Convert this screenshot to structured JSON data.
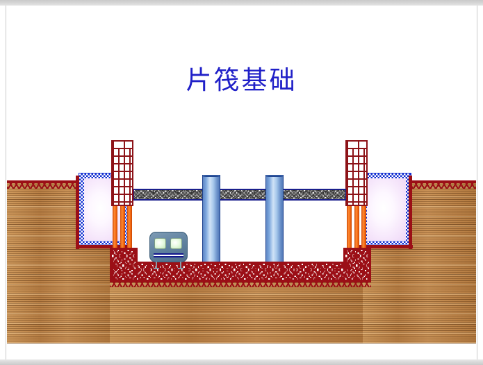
{
  "slide": {
    "title": "片筏基础",
    "title_color": "#2020c8",
    "background": "#ffffff"
  },
  "diagram": {
    "name": "raft-foundation-section",
    "description": "片筏基础剖面图",
    "palette": {
      "soil": "#c08a4e",
      "ground_line": "#9b0f16",
      "brick": "#8d1217",
      "orange_column": "#f2650d",
      "concrete_slab": "#d8d8d8",
      "blue_column": "#7ba6dd",
      "panel_border": "#1430d2",
      "panel_fill": "#f6e7fb",
      "raft_concrete": "#9b0f16",
      "vehicle_body": "#5d7f9c"
    },
    "elements": [
      {
        "key": "soil-left",
        "label": "左侧土体"
      },
      {
        "key": "soil-right",
        "label": "右侧土体"
      },
      {
        "key": "ground-line-left",
        "label": "左侧地面线"
      },
      {
        "key": "ground-line-right",
        "label": "右侧地面线"
      },
      {
        "key": "panel-left",
        "label": "左侧地下室房间"
      },
      {
        "key": "panel-right",
        "label": "右侧地下室房间"
      },
      {
        "key": "brick-pier-left",
        "label": "左侧砖砌墙柱"
      },
      {
        "key": "brick-pier-right",
        "label": "右侧砖砌墙柱"
      },
      {
        "key": "orange-left",
        "label": "左侧立柱钢筋"
      },
      {
        "key": "orange-right",
        "label": "右侧立柱钢筋"
      },
      {
        "key": "footing-left",
        "label": "左侧基础墙"
      },
      {
        "key": "footing-right",
        "label": "右侧基础墙"
      },
      {
        "key": "floor-slab",
        "label": "楼板"
      },
      {
        "key": "column-inner-left",
        "label": "内侧左柱"
      },
      {
        "key": "column-inner-right",
        "label": "内侧右柱"
      },
      {
        "key": "raft-slab",
        "label": "筏板基础"
      },
      {
        "key": "vehicle",
        "label": "车辆"
      }
    ]
  }
}
